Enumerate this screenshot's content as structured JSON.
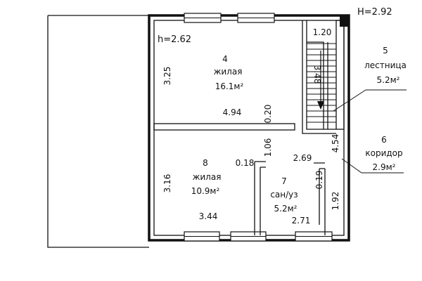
{
  "heights": {
    "outer": "H=2.92",
    "inner": "h=2.62"
  },
  "rooms": [
    {
      "number": "4",
      "name": "жилая",
      "area": "16.1м²"
    },
    {
      "number": "5",
      "name": "лестница",
      "area": "5.2м²"
    },
    {
      "number": "6",
      "name": "коридор",
      "area": "2.9м²"
    },
    {
      "number": "7",
      "name": "сан/уз",
      "area": "5.2м²"
    },
    {
      "number": "8",
      "name": "жилая",
      "area": "10.9м²"
    }
  ],
  "dimensions": {
    "room4_height": "3.25",
    "room4_width": "4.94",
    "partition_thickness": "0.20",
    "stair_width": "1.20",
    "stair_length": "3.48",
    "corridor_length": "4.54",
    "bath_top_offset": "1.06",
    "bath_wall_thickness": "0.18",
    "bath_width_top": "2.69",
    "bath_right_wall": "0.19",
    "bath_depth": "1.92",
    "bath_width_bottom": "2.71",
    "room8_height": "3.16",
    "room8_width": "3.44"
  }
}
